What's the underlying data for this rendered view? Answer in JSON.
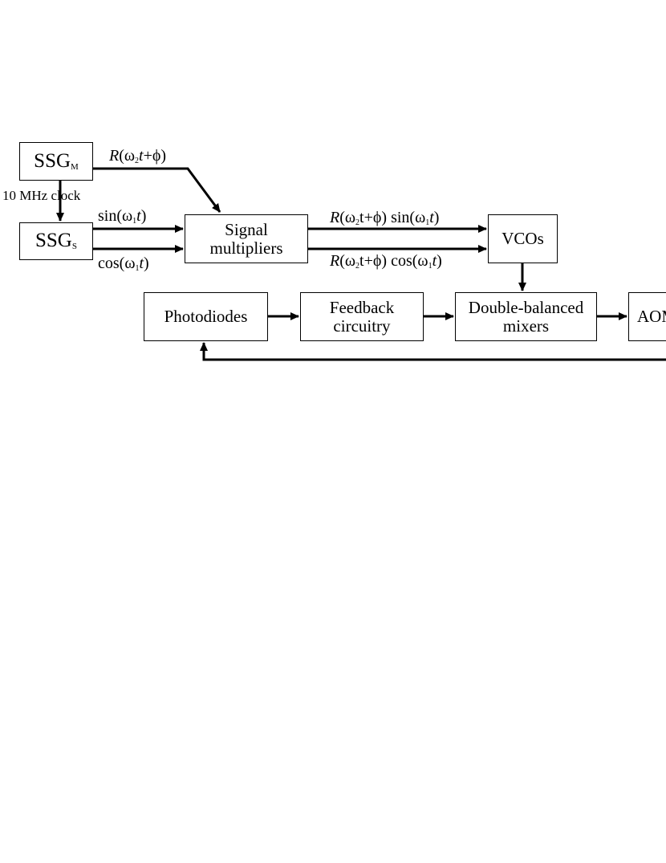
{
  "blocks": {
    "ssg_m": {
      "base": "SSG",
      "sub": "M"
    },
    "ssg_s": {
      "base": "SSG",
      "sub": "S"
    },
    "signal_multipliers": {
      "line1": "Signal",
      "line2": "multipliers"
    },
    "vcos": "VCOs",
    "photodiodes": "Photodiodes",
    "feedback_circuitry": {
      "line1": "Feedback",
      "line2": "circuitry"
    },
    "double_balanced_mixers": {
      "line1": "Double-balanced",
      "line2": "mixers"
    },
    "aom_partial": "AOM"
  },
  "labels": {
    "clock": "10 MHz clock",
    "r_signal": {
      "r": "R",
      "open": "(ω",
      "sub": "2",
      "t": "t",
      "rest": "+ϕ)"
    },
    "sin_input": {
      "pre": "sin(ω",
      "sub": "1",
      "t": "t",
      "post": ")"
    },
    "cos_input": {
      "pre": "cos(ω",
      "sub": "1",
      "t": "t",
      "post": ")"
    },
    "r_sin_output": {
      "r": "R",
      "open": "(ω",
      "sub": "2",
      "mid": "t+ϕ) sin(ω",
      "sub2": "1",
      "t": "t",
      "post": ")"
    },
    "r_cos_output": {
      "r": "R",
      "open": "(ω",
      "sub": "2",
      "mid": "t+ϕ) cos(ω",
      "sub2": "1",
      "t": "t",
      "post": ")"
    }
  }
}
